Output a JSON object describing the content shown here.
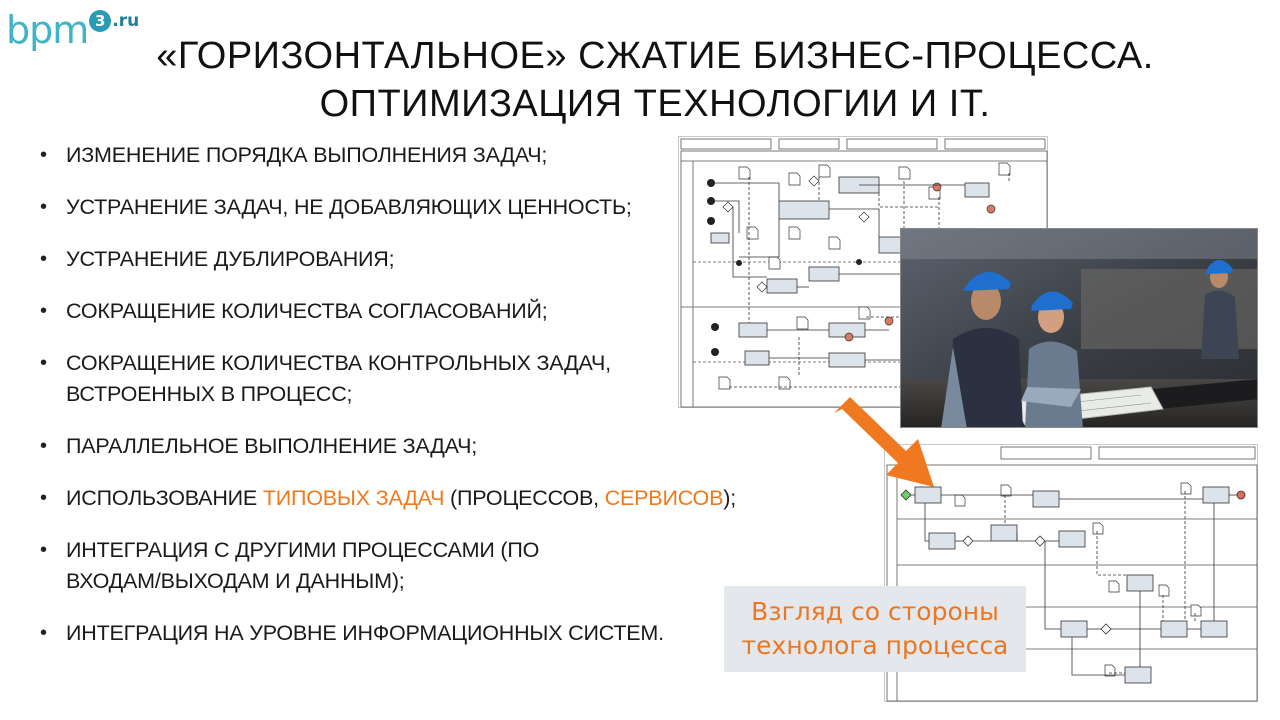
{
  "logo": {
    "main": "bpm",
    "badge": "3",
    "suffix": ".ru"
  },
  "title": {
    "line1": "«ГОРИЗОНТАЛЬНОЕ» СЖАТИЕ БИЗНЕС-ПРОЦЕССА.",
    "line2": "ОПТИМИЗАЦИЯ ТЕХНОЛОГИИ И IT."
  },
  "bullets": {
    "item1": "ИЗМЕНЕНИЕ ПОРЯДКА ВЫПОЛНЕНИЯ ЗАДАЧ;",
    "item2": "УСТРАНЕНИЕ ЗАДАЧ, НЕ ДОБАВЛЯЮЩИХ ЦЕННОСТЬ;",
    "item3": "УСТРАНЕНИЕ ДУБЛИРОВАНИЯ;",
    "item4": "СОКРАЩЕНИЕ КОЛИЧЕСТВА СОГЛАСОВАНИЙ;",
    "item5_line1": "СОКРАЩЕНИЕ КОЛИЧЕСТВА КОНТРОЛЬНЫХ ЗАДАЧ,",
    "item5_line2": "ВСТРОЕННЫХ В ПРОЦЕСС;",
    "item6": "ПАРАЛЛЕЛЬНОЕ ВЫПОЛНЕНИЕ ЗАДАЧ;",
    "item7": {
      "part1": "ИСПОЛЬЗОВАНИЕ ",
      "highlight1": "ТИПОВЫХ ЗАДАЧ",
      "part2": " (ПРОЦЕССОВ, ",
      "highlight2": "СЕРВИСОВ",
      "part3": ");"
    },
    "item8_line1": "ИНТЕГРАЦИЯ С ДРУГИМИ ПРОЦЕССАМИ (ПО",
    "item8_line2": "ВХОДАМ/ВЫХОДАМ И ДАННЫМ);",
    "item9": "ИНТЕГРАЦИЯ НА УРОВНЕ ИНФОРМАЦИОННЫХ СИСТЕМ."
  },
  "callout": {
    "line1": "Взгляд со стороны",
    "line2": "технолога процесса"
  },
  "colors": {
    "logo": "#3fb4c9",
    "accent": "#ee7a1e",
    "arrow": "#ef7820",
    "callout_bg": "#e4e8ec"
  },
  "icons": {
    "arrow": "orange-arrow-icon",
    "diagram_before": "complex-process-diagram",
    "diagram_after": "simplified-process-diagram",
    "photo": "engineers-photo"
  }
}
